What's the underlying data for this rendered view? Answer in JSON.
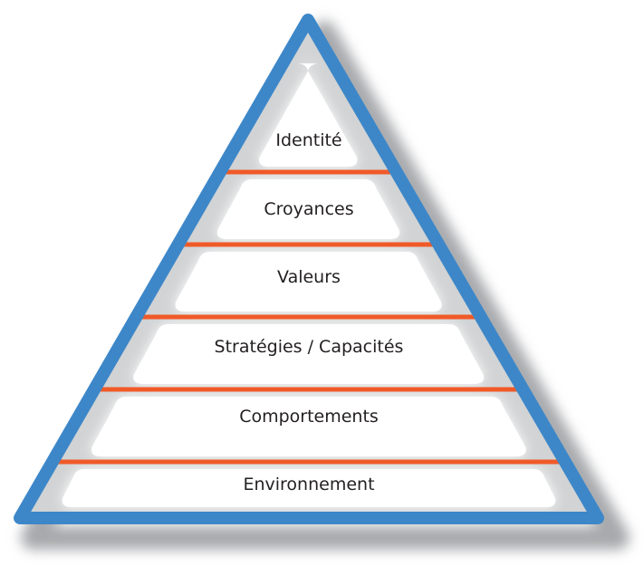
{
  "title": "Pyramide des niveaux logiques",
  "colors": {
    "frame": "#3d87c9",
    "separator": "#f05a28",
    "shadow": "#a7a9ac",
    "text": "#231f20"
  },
  "levels": [
    {
      "label": "Identité"
    },
    {
      "label": "Croyances"
    },
    {
      "label": "Valeurs"
    },
    {
      "label": "Stratégies / Capacités"
    },
    {
      "label": "Comportements"
    },
    {
      "label": "Environnement"
    }
  ]
}
